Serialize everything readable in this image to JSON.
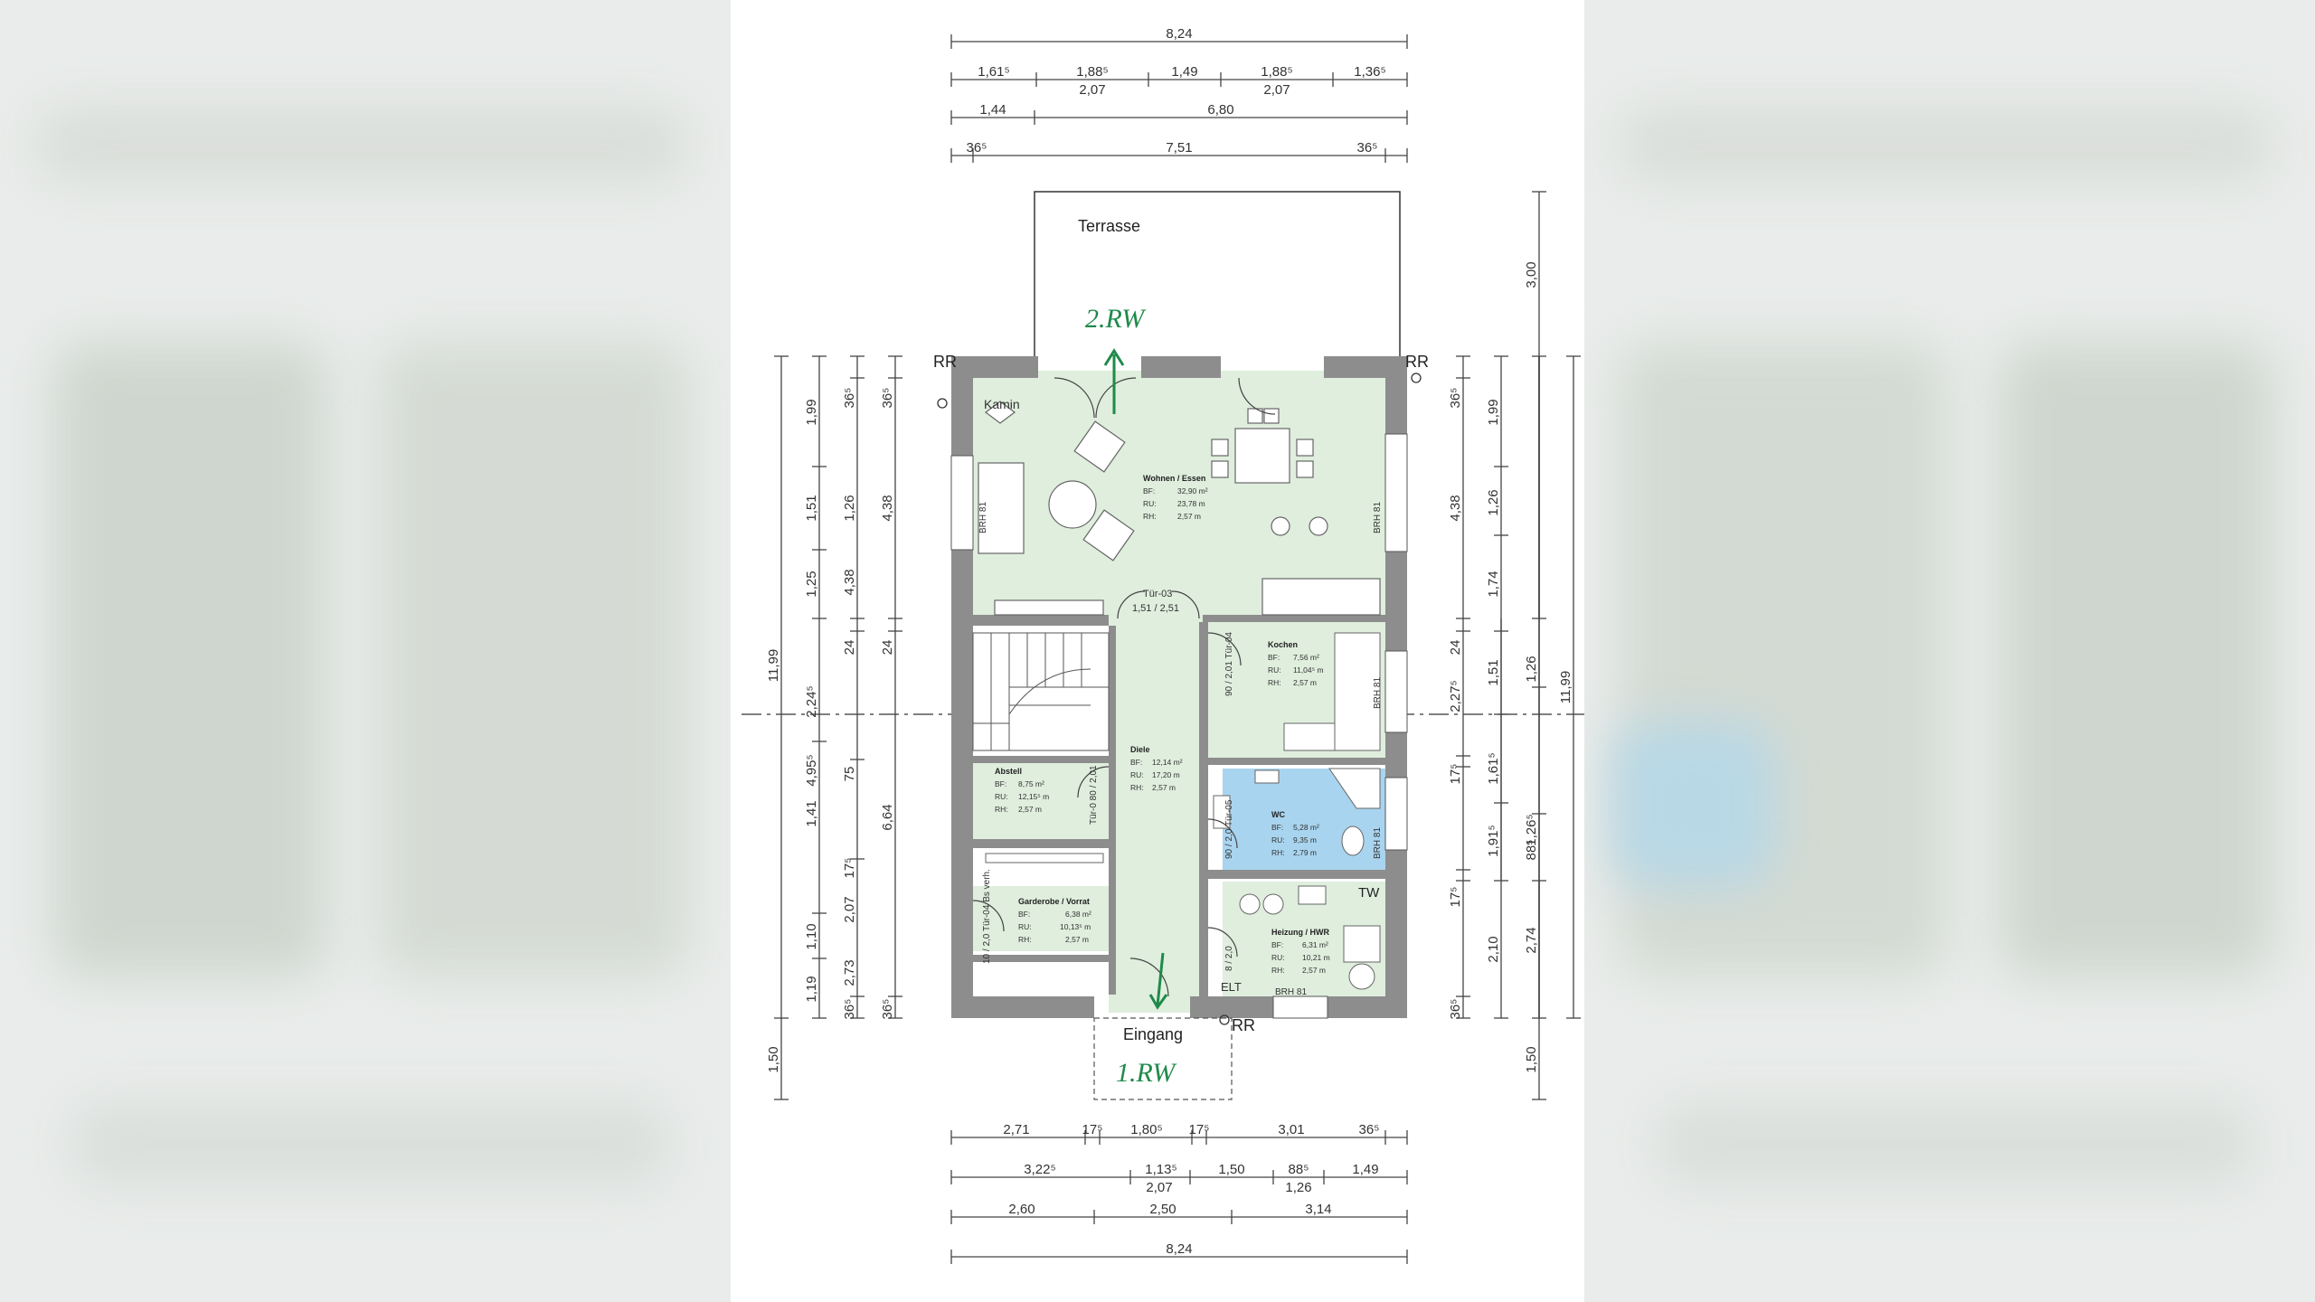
{
  "plan": {
    "terrasse": "Terrasse",
    "kamin": "Kamin",
    "eingang": "Eingang",
    "rw2": "2.RW",
    "rw1": "1.RW",
    "rr_left": "RR",
    "rr_right": "RR",
    "rr_bottom": "RR",
    "tw": "TW",
    "elt": "ELT",
    "brh_left": "BRH 81",
    "brh_right_top": "BRH 81",
    "brh_right_mid": "BRH 81",
    "brh_right_wc": "BRH 81",
    "brh_bottom": "BRH 81"
  },
  "doors": {
    "tuer03": "Tür-03",
    "tuer03_size": "1,51 / 2,51",
    "tuer04_kochen": "90 / 2,01 Tür-04",
    "tuer_abstell": "Tür-0 80 / 2,01",
    "tuer_wc": "90 / 2,0 Tür-05",
    "tuer_garderobe": "10 / 2,0 Tür-04 Bs verh.",
    "tuer_heizung": "8 / 2,0"
  },
  "rooms": {
    "wohnen": {
      "name": "Wohnen / Essen",
      "bf": "BF:",
      "bf_v": "32,90 m²",
      "ru": "RU:",
      "ru_v": "23,78 m",
      "rh": "RH:",
      "rh_v": "2,57 m"
    },
    "kochen": {
      "name": "Kochen",
      "bf": "BF:",
      "bf_v": "7,56 m²",
      "ru": "RU:",
      "ru_v": "11,04⁵ m",
      "rh": "RH:",
      "rh_v": "2,57 m"
    },
    "diele": {
      "name": "Diele",
      "bf": "BF:",
      "bf_v": "12,14 m²",
      "ru": "RU:",
      "ru_v": "17,20 m",
      "rh": "RH:",
      "rh_v": "2,57 m"
    },
    "abstell": {
      "name": "Abstell",
      "bf": "BF:",
      "bf_v": "8,75 m²",
      "ru": "RU:",
      "ru_v": "12,15⁵ m",
      "rh": "RH:",
      "rh_v": "2,57 m"
    },
    "wc": {
      "name": "WC",
      "bf": "BF:",
      "bf_v": "5,28 m²",
      "ru": "RU:",
      "ru_v": "9,35 m",
      "rh": "RH:",
      "rh_v": "2,79 m"
    },
    "garderobe": {
      "name": "Garderobe / Vorrat",
      "bf": "BF:",
      "bf_v": "6,38 m²",
      "ru": "RU:",
      "ru_v": "10,13⁵ m",
      "rh": "RH:",
      "rh_v": "2,57 m"
    },
    "heizung": {
      "name": "Heizung / HWR",
      "bf": "BF:",
      "bf_v": "6,31 m²",
      "ru": "RU:",
      "ru_v": "10,21 m",
      "rh": "RH:",
      "rh_v": "2,57 m"
    }
  },
  "dims_top": {
    "r1": [
      "8,24"
    ],
    "r2": [
      "1,61⁵",
      "1,88⁵",
      "1,49",
      "1,88⁵",
      "1,36⁵"
    ],
    "r2_sub": [
      "2,07",
      "2,07"
    ],
    "r3": [
      "1,44",
      "6,80"
    ],
    "r4": [
      "36⁵",
      "7,51",
      "36⁵"
    ]
  },
  "dims_bottom": {
    "r1": [
      "2,71",
      "17⁵",
      "1,80⁵",
      "17⁵",
      "3,01",
      "36⁵"
    ],
    "r2": [
      "3,22⁵",
      "1,13⁵",
      "1,50",
      "88⁵",
      "1,49"
    ],
    "r2_sub": [
      "2,07",
      "1,26"
    ],
    "r3": [
      "2,60",
      "2,50",
      "3,14"
    ],
    "r4": [
      "8,24"
    ]
  },
  "dims_left": {
    "c1": [
      "11,99",
      "1,50"
    ],
    "c2": [
      "1,99",
      "1,51",
      "1,25",
      "2,24⁵",
      "4,95⁵",
      "1,41",
      "1,10",
      "1,19"
    ],
    "c3": [
      "36⁵",
      "1,26",
      "4,38",
      "24",
      "2,07",
      "17⁵",
      "75",
      "2,73",
      "36⁵"
    ],
    "c4": [
      "36⁵",
      "4,38",
      "24",
      "6,64",
      "36⁵"
    ]
  },
  "dims_right": {
    "c1": [
      "36⁵",
      "4,38",
      "24",
      "2,27⁵",
      "17⁵",
      "17⁵",
      "36⁵"
    ],
    "c2": [
      "1,99",
      "1,26",
      "1,74",
      "1,51",
      "1,61⁵",
      "1,91⁵",
      "2,10",
      "2,74"
    ],
    "c3": [
      "1,26",
      "1,26⁵",
      "88⁵"
    ],
    "c4": [
      "3,00",
      "11,99",
      "1,50"
    ]
  }
}
